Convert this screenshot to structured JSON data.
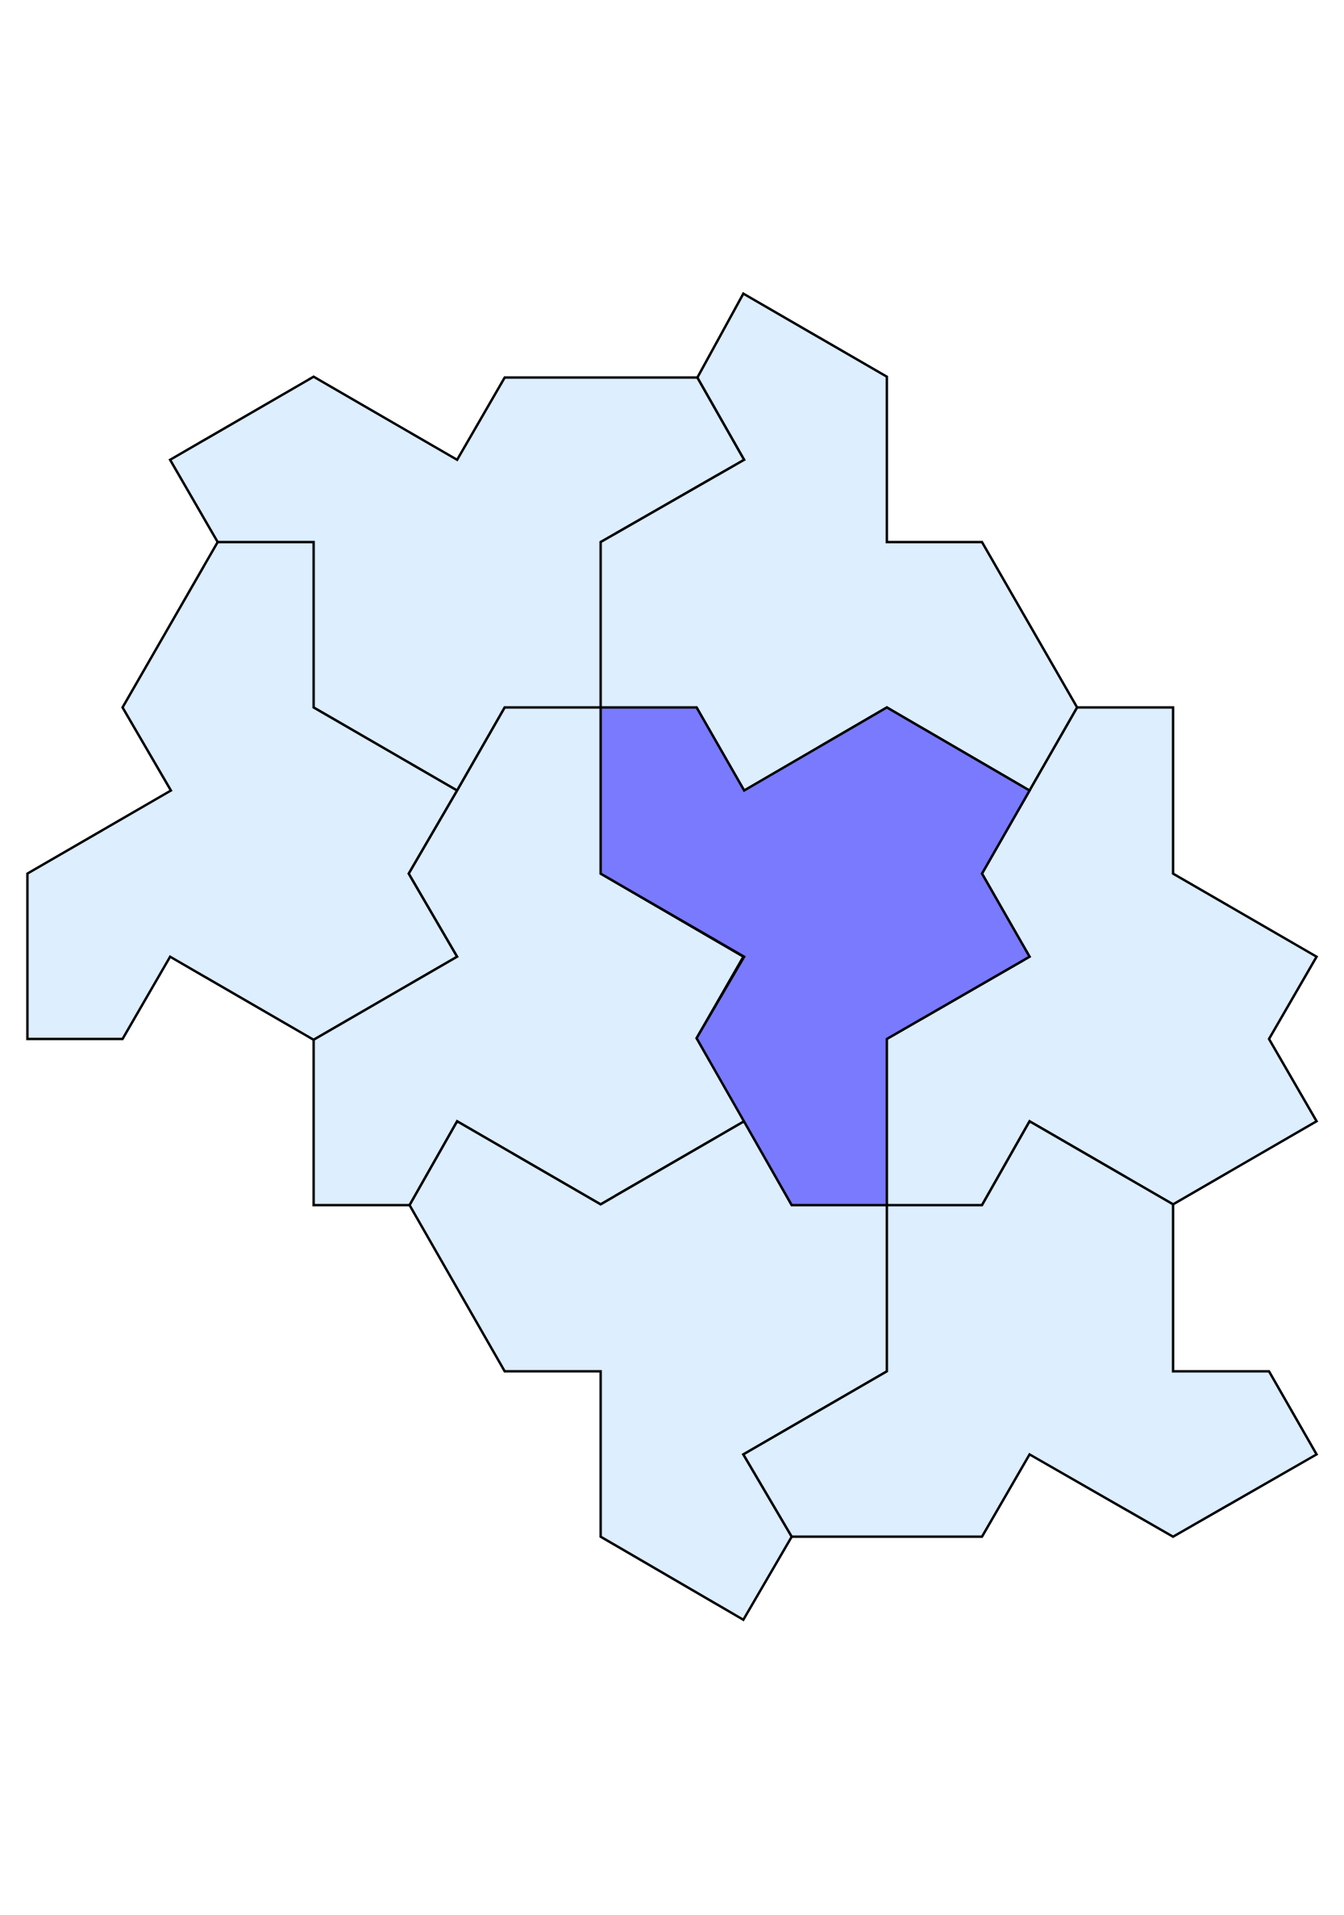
{
  "tiling": {
    "colors": {
      "background": "#ffffff",
      "tile_fill": "#ddeefe",
      "highlight_fill": "#7a7afe",
      "stroke": "#000000"
    },
    "tiles": [
      {
        "name": "tile-top-left",
        "highlighted": false
      },
      {
        "name": "tile-top-right",
        "highlighted": false
      },
      {
        "name": "tile-left",
        "highlighted": false
      },
      {
        "name": "tile-center-left",
        "highlighted": false
      },
      {
        "name": "tile-right",
        "highlighted": false
      },
      {
        "name": "tile-bottom-center",
        "highlighted": false
      },
      {
        "name": "tile-bottom-right",
        "highlighted": false
      },
      {
        "name": "tile-center-highlighted",
        "highlighted": true
      }
    ]
  }
}
